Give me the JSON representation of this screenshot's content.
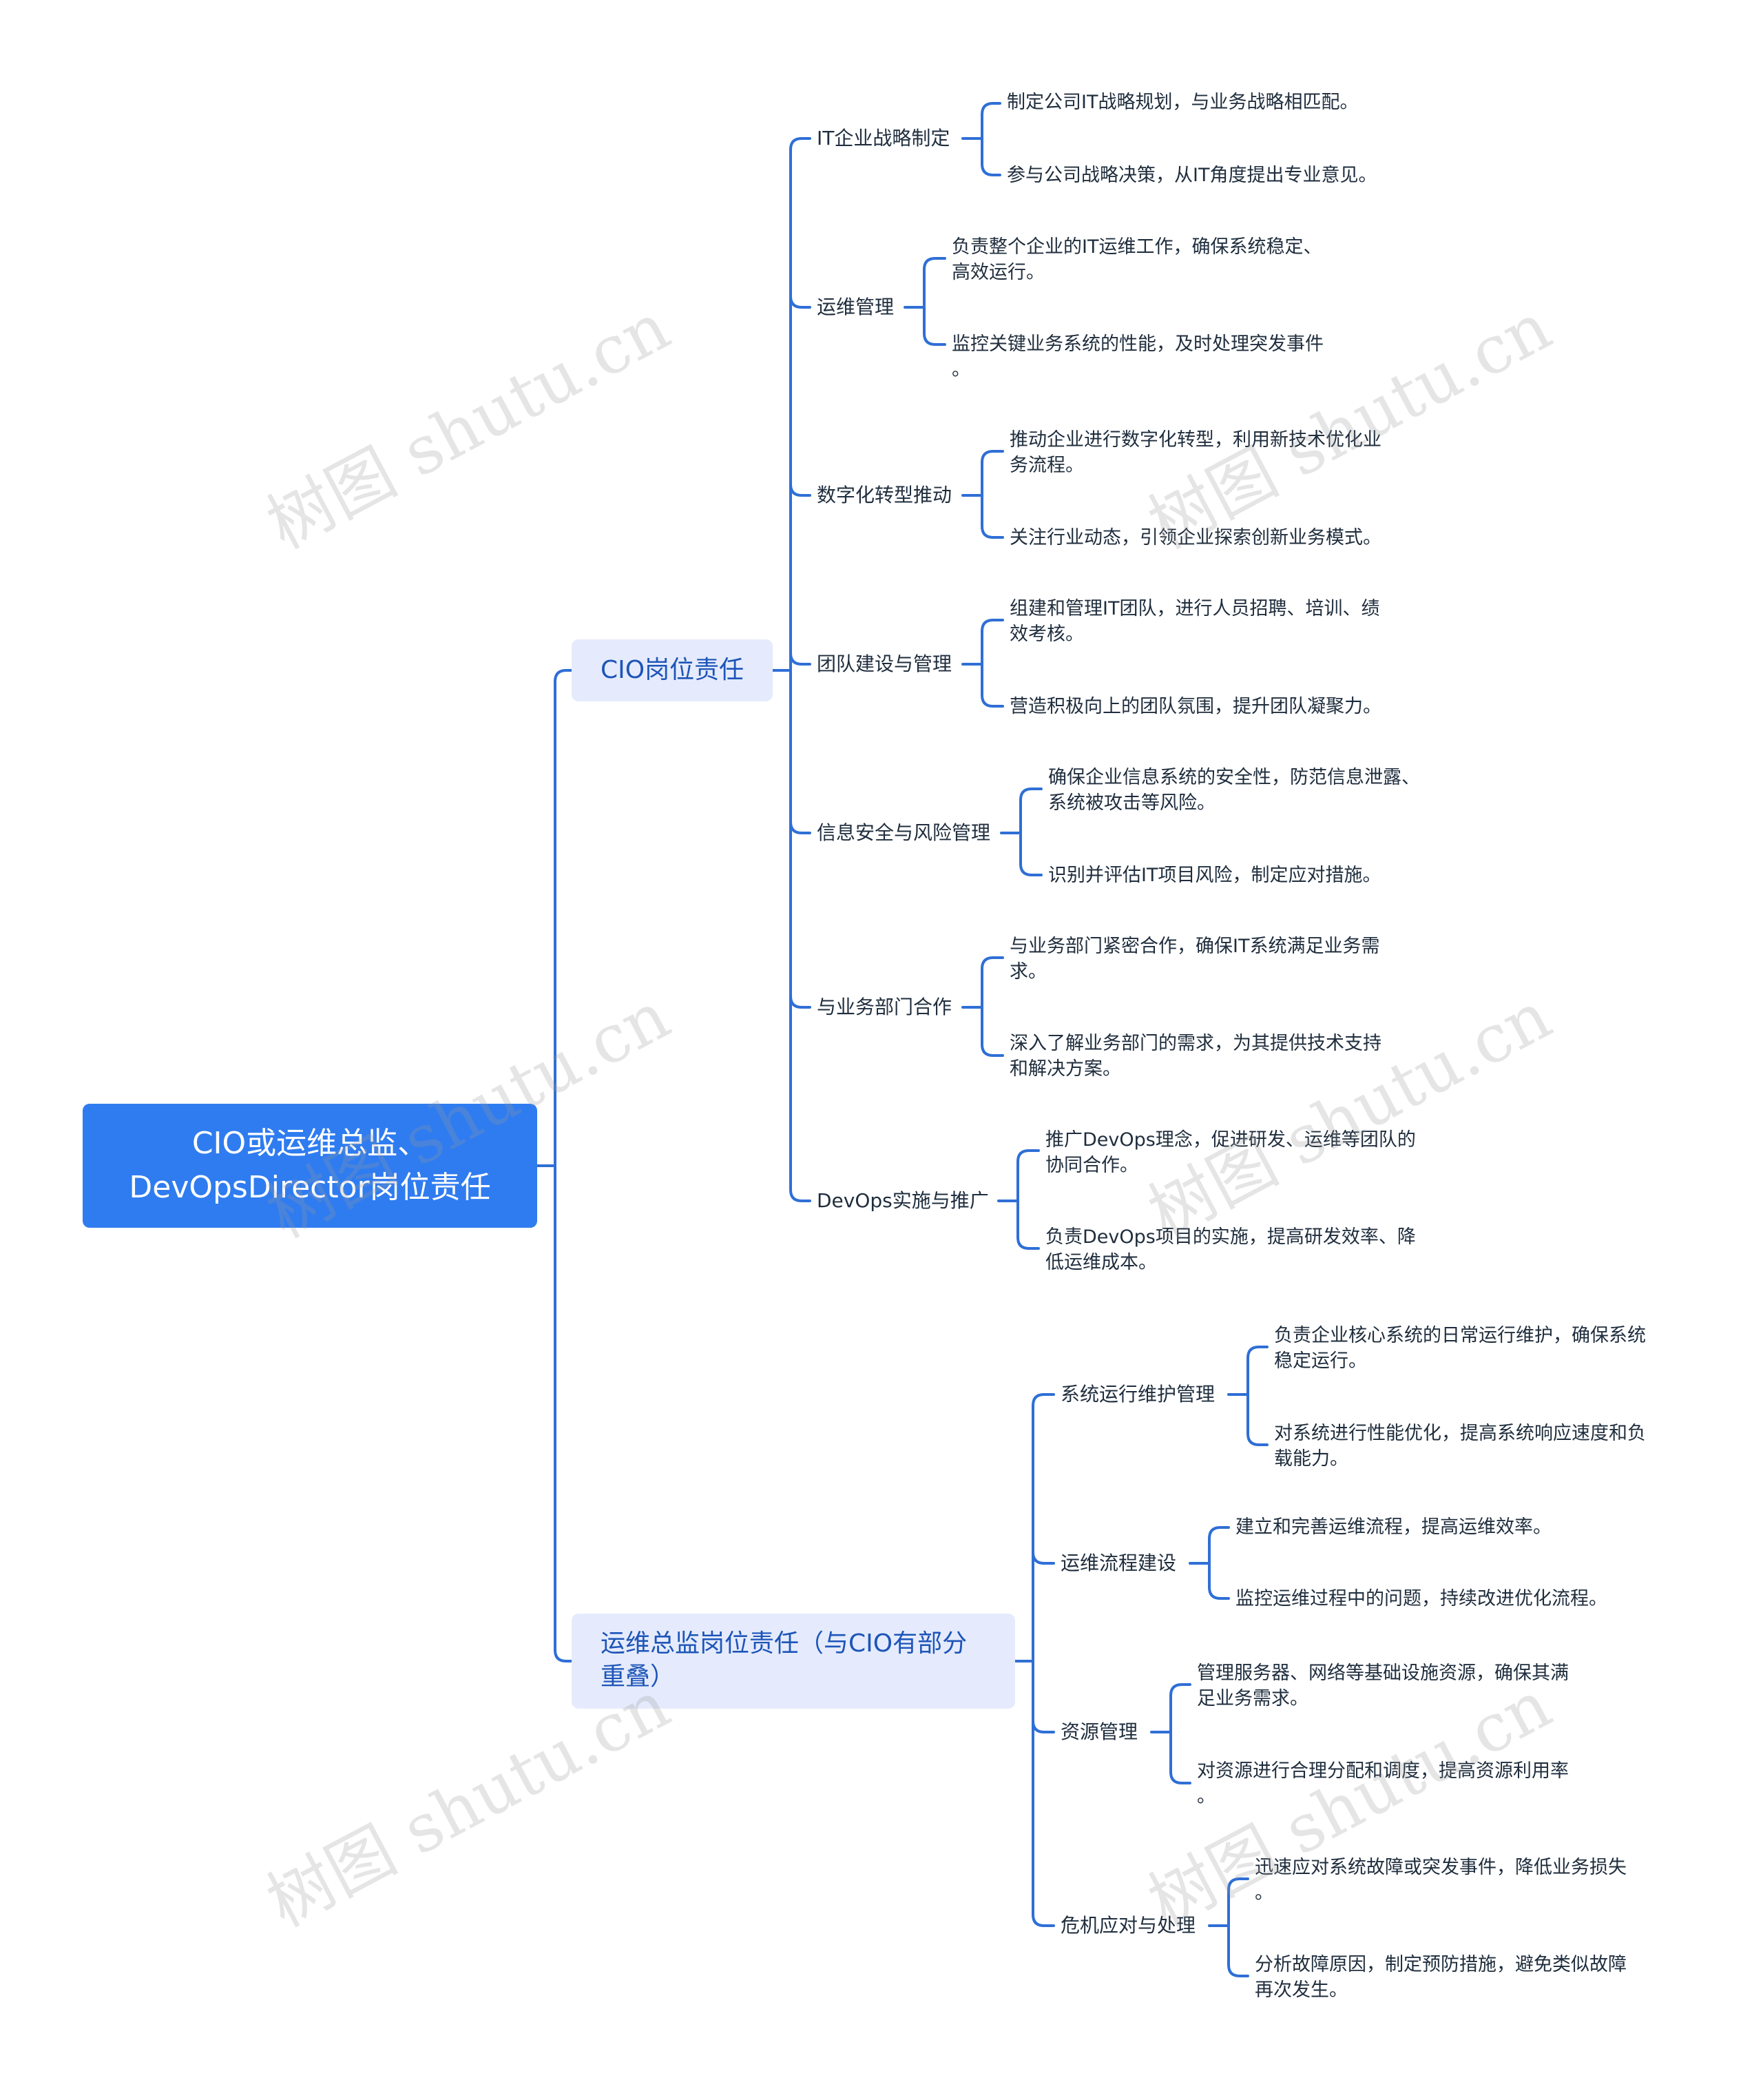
{
  "root": {
    "line1": "CIO或运维总监、",
    "line2": "DevOpsDirector岗位责任"
  },
  "branches": [
    {
      "title": "CIO岗位责任",
      "topics": [
        {
          "label": "IT企业战略制定",
          "items": [
            [
              "制定公司IT战略规划，与业务战略相匹配。"
            ],
            [
              "参与公司战略决策，从IT角度提出专业意见。"
            ]
          ]
        },
        {
          "label": "运维管理",
          "items": [
            [
              "负责整个企业的IT运维工作，确保系统稳定、",
              "高效运行。"
            ],
            [
              "监控关键业务系统的性能，及时处理突发事件",
              "。"
            ]
          ]
        },
        {
          "label": "数字化转型推动",
          "items": [
            [
              "推动企业进行数字化转型，利用新技术优化业",
              "务流程。"
            ],
            [
              "关注行业动态，引领企业探索创新业务模式。"
            ]
          ]
        },
        {
          "label": "团队建设与管理",
          "items": [
            [
              "组建和管理IT团队，进行人员招聘、培训、绩",
              "效考核。"
            ],
            [
              "营造积极向上的团队氛围，提升团队凝聚力。"
            ]
          ]
        },
        {
          "label": "信息安全与风险管理",
          "items": [
            [
              "确保企业信息系统的安全性，防范信息泄露、",
              "系统被攻击等风险。"
            ],
            [
              "识别并评估IT项目风险，制定应对措施。"
            ]
          ]
        },
        {
          "label": "与业务部门合作",
          "items": [
            [
              "与业务部门紧密合作，确保IT系统满足业务需",
              "求。"
            ],
            [
              "深入了解业务部门的需求，为其提供技术支持",
              "和解决方案。"
            ]
          ]
        },
        {
          "label": "DevOps实施与推广",
          "items": [
            [
              "推广DevOps理念，促进研发、运维等团队的",
              "协同合作。"
            ],
            [
              "负责DevOps项目的实施，提高研发效率、降",
              "低运维成本。"
            ]
          ]
        }
      ]
    },
    {
      "title_line1": "运维总监岗位责任（与CIO有部分",
      "title_line2": "重叠）",
      "topics": [
        {
          "label": "系统运行维护管理",
          "items": [
            [
              "负责企业核心系统的日常运行维护，确保系统",
              "稳定运行。"
            ],
            [
              "对系统进行性能优化，提高系统响应速度和负",
              "载能力。"
            ]
          ]
        },
        {
          "label": "运维流程建设",
          "items": [
            [
              "建立和完善运维流程，提高运维效率。"
            ],
            [
              "监控运维过程中的问题，持续改进优化流程。"
            ]
          ]
        },
        {
          "label": "资源管理",
          "items": [
            [
              "管理服务器、网络等基础设施资源，确保其满",
              "足业务需求。"
            ],
            [
              "对资源进行合理分配和调度，提高资源利用率",
              "。"
            ]
          ]
        },
        {
          "label": "危机应对与处理",
          "items": [
            [
              "迅速应对系统故障或突发事件，降低业务损失",
              "。"
            ],
            [
              "分析故障原因，制定预防措施，避免类似故障",
              "再次发生。"
            ]
          ]
        }
      ]
    }
  ],
  "watermark": "树图 shutu.cn",
  "colors": {
    "root_bg": "#2f7cf0",
    "branch_bg": "#e5ebfc",
    "line": "#2f6fd6",
    "text": "#1f2d3d"
  }
}
